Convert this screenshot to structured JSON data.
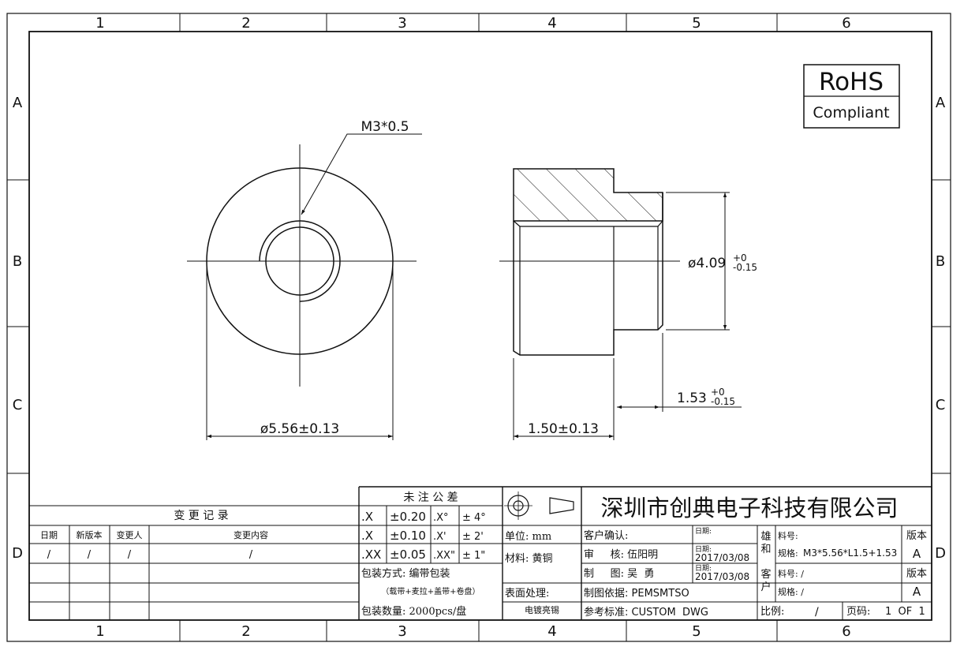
{
  "border": {
    "columns": [
      "1",
      "2",
      "3",
      "4",
      "5",
      "6"
    ],
    "rows": [
      "A",
      "B",
      "C",
      "D"
    ]
  },
  "rohs": {
    "title": "RoHS",
    "subtitle": "Compliant"
  },
  "dimensions": {
    "thread": "M3*0.5",
    "outer_diameter": "ø5.56±0.13",
    "head_height": "1.50±0.13",
    "shank_diameter": "ø4.09",
    "shank_diameter_tol_upper": "+0",
    "shank_diameter_tol_lower": "-0.15",
    "shank_length": "1.53",
    "shank_length_tol_upper": "+0",
    "shank_length_tol_lower": "-0.15"
  },
  "revision_table": {
    "title": "变 更 记 录",
    "headers": [
      "日期",
      "新版本",
      "变更人",
      "变更内容"
    ],
    "row": [
      "/",
      "/",
      "/",
      "/"
    ]
  },
  "tolerance": {
    "title": "未 注 公 差",
    "rows": [
      [
        ".X",
        "±0.20",
        ".X°",
        "± 4°"
      ],
      [
        ".X",
        "±0.10",
        ".X'",
        "± 2'"
      ],
      [
        ".XX",
        "±0.05",
        ".XX\"",
        "± 1\""
      ]
    ]
  },
  "packaging": {
    "method": "包装方式: 编带包装",
    "method_detail": "（载带+麦拉+盖带+卷盘）",
    "quantity": "包装数量: 2000pcs/盘"
  },
  "spec": {
    "unit": "单位: mm",
    "material": "材料: 黄铜",
    "surface_label": "表面处理:",
    "surface_value": "电镀亮锡"
  },
  "company": "深圳市创典电子科技有限公司",
  "approval": {
    "customer_confirm": "客户确认:",
    "review": "审     核: 伍阳明",
    "drawn": "制     图: 吴  勇",
    "basis": "制图依据: PEMSMTSO",
    "reference": "参考标准: CUSTOM  DWG",
    "date_label": "日期:",
    "date1": "2017/03/08",
    "date2": "2017/03/08"
  },
  "part": {
    "side_a": "雄和",
    "side_b": "客户",
    "part_no_label": "料号:",
    "spec_label": "规格:",
    "spec_value": "M3*5.56*L1.5+1.53",
    "part_no_b": "料号: /",
    "spec_b": "规格: /",
    "version_label": "版本",
    "version_value": "A",
    "scale": "比例:",
    "scale_value": "/",
    "page_label": "页码:",
    "page_value": "1  OF  1"
  }
}
